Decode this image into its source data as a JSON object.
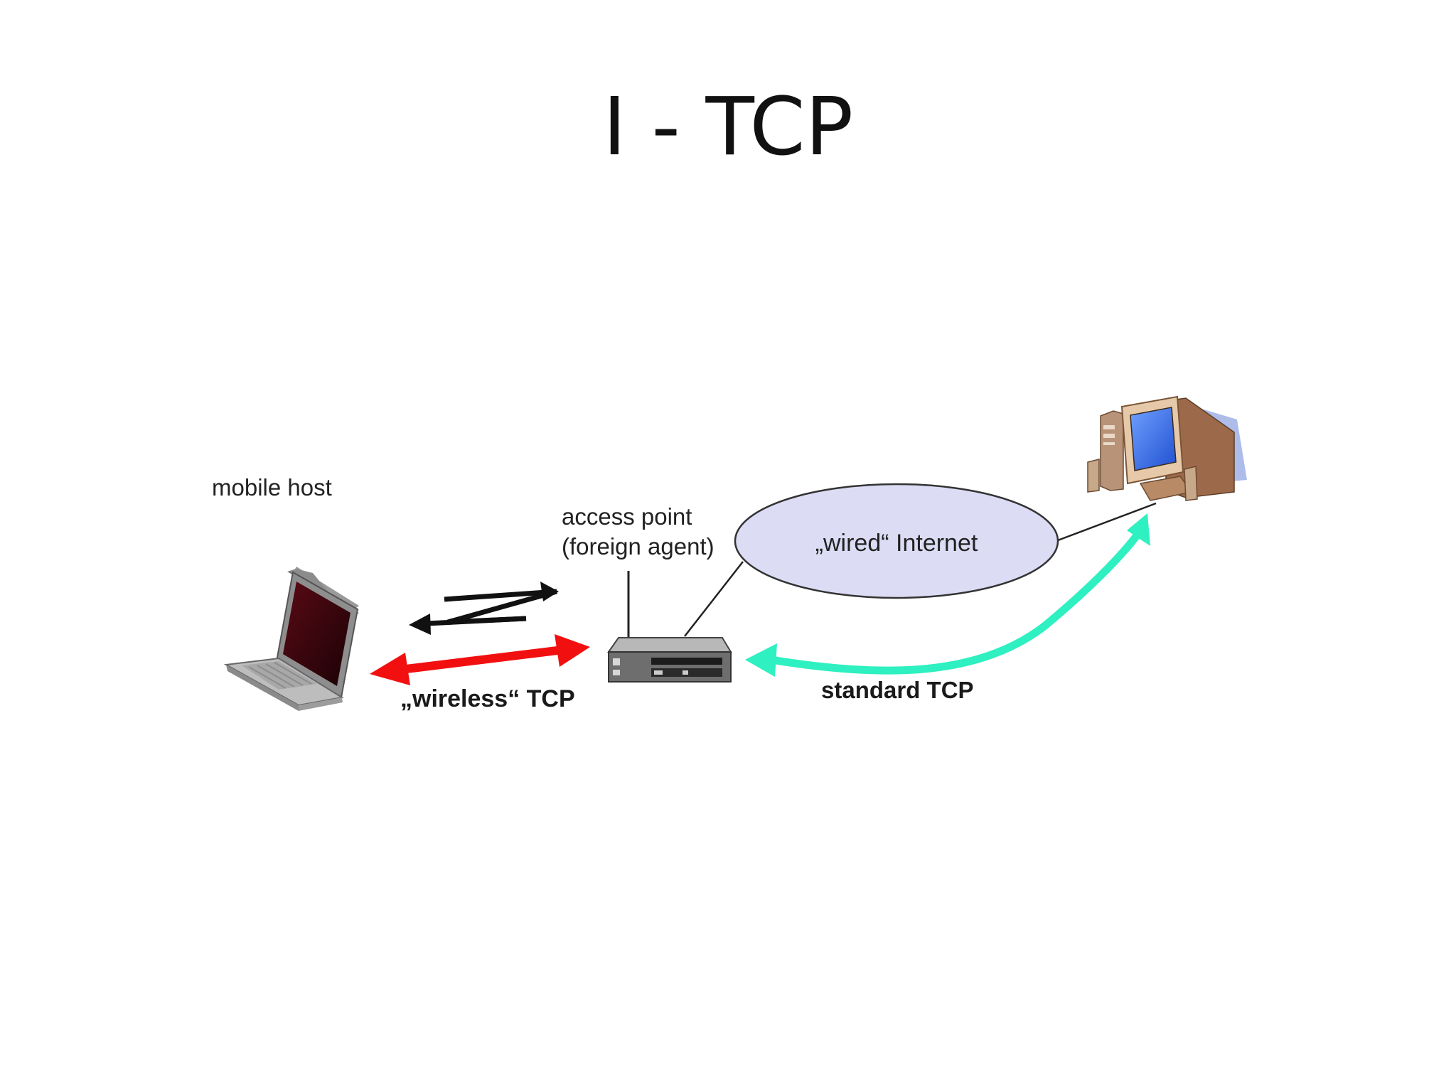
{
  "slide": {
    "title": "I - TCP"
  },
  "diagram": {
    "labels": {
      "mobile_host": "mobile host",
      "access_point_line1": "access point",
      "access_point_line2": "(foreign agent)",
      "internet": "„wired“ Internet",
      "wireless_tcp": "„wireless“ TCP",
      "standard_tcp": "standard TCP"
    },
    "colors": {
      "wireless_arrow": "#f20f0f",
      "standard_arrow": "#2ef0c0",
      "internet_fill": "#dcdcf5",
      "radio_arrow": "#111111"
    },
    "icons": [
      "laptop-icon",
      "access-point-icon",
      "desktop-computer-icon"
    ]
  }
}
